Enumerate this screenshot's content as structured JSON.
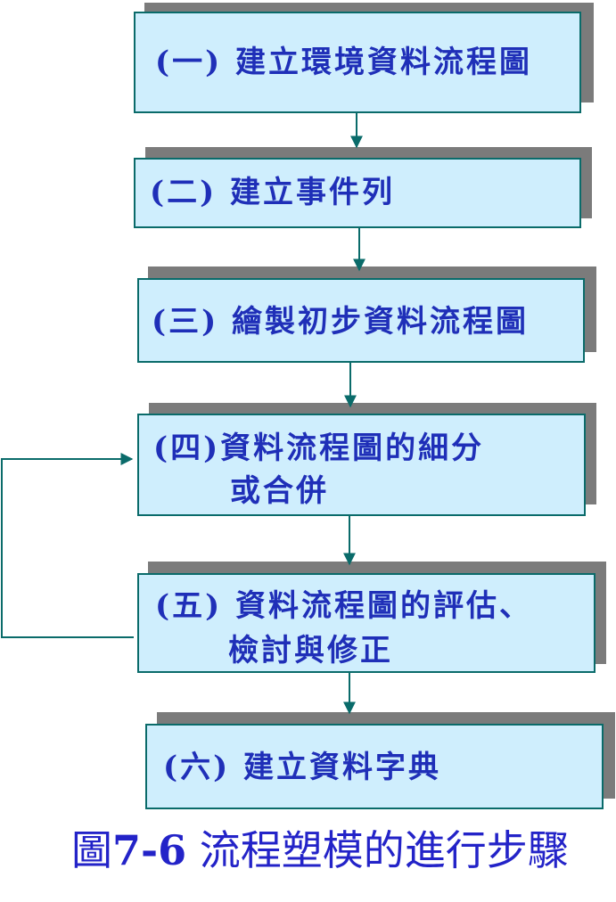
{
  "steps": [
    {
      "lines": [
        "(一) 建立環境資料流程圖"
      ]
    },
    {
      "lines": [
        "(二) 建立事件列"
      ]
    },
    {
      "lines": [
        "(三) 繪製初步資料流程圖"
      ]
    },
    {
      "lines": [
        "(四)資料流程圖的細分",
        "或合併"
      ]
    },
    {
      "lines": [
        "(五) 資料流程圖的評估、",
        "檢討與修正"
      ]
    },
    {
      "lines": [
        "(六) 建立資料字典"
      ]
    }
  ],
  "caption": {
    "prefix": "圖",
    "number": "7-6",
    "text": " 流程塑模的進行步驟"
  },
  "colors": {
    "box_fill": "#cfeefd",
    "box_border": "#0a6b6a",
    "shadow": "#7b7b7b",
    "text": "#1f2fb8",
    "connector": "#0a6b6a",
    "caption": "#2323c8"
  }
}
